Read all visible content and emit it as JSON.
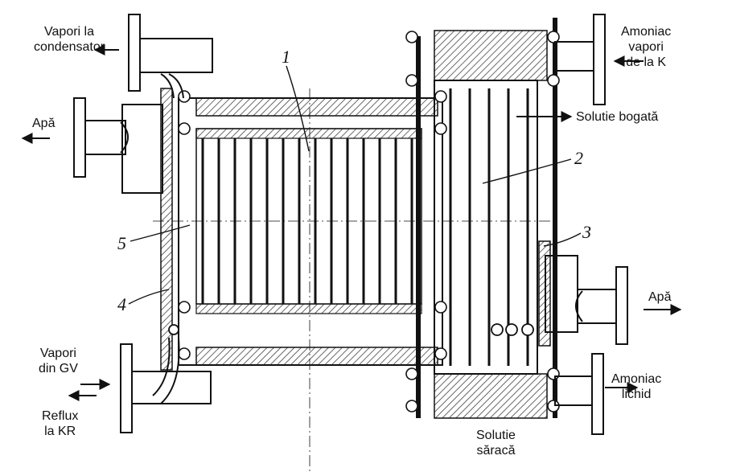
{
  "labels": {
    "vapori_condensator_1": "Vapori la",
    "vapori_condensator_2": "condensator",
    "apa_left": "Apă",
    "vapori_gv_1": "Vapori",
    "vapori_gv_2": "din GV",
    "reflux_1": "Reflux",
    "reflux_2": "la KR",
    "amoniac_vapori_1": "Amoniac",
    "amoniac_vapori_2": "vapori",
    "amoniac_vapori_3": "de la K",
    "solutie_bogata": "Solutie bogată",
    "apa_right": "Apă",
    "amoniac_lichid_1": "Amoniac",
    "amoniac_lichid_2": "lichid",
    "solutie_saraca_1": "Solutie",
    "solutie_saraca_2": "săracă"
  },
  "numbers": {
    "n1": "1",
    "n2": "2",
    "n3": "3",
    "n4": "4",
    "n5": "5"
  },
  "colors": {
    "ink": "#111111",
    "paper": "#ffffff",
    "hatch": "#444444"
  }
}
